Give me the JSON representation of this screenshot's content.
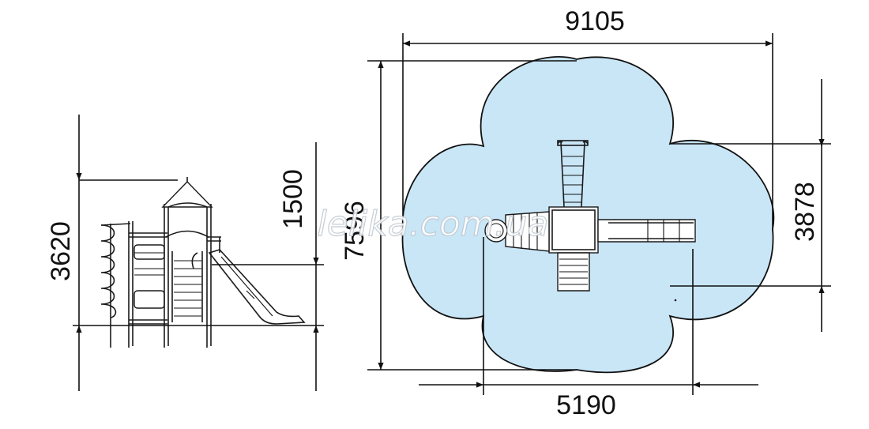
{
  "dimensions": {
    "overall_width": "9105",
    "overall_depth": "7596",
    "side_height": "3620",
    "platform_height": "1500",
    "right_span": "3878",
    "bottom_span": "5190"
  },
  "watermark": "lelika.com.ua",
  "colors": {
    "safety_zone_fill": "#c9e6f7",
    "safety_zone_stroke": "#111111",
    "line": "#111111"
  }
}
